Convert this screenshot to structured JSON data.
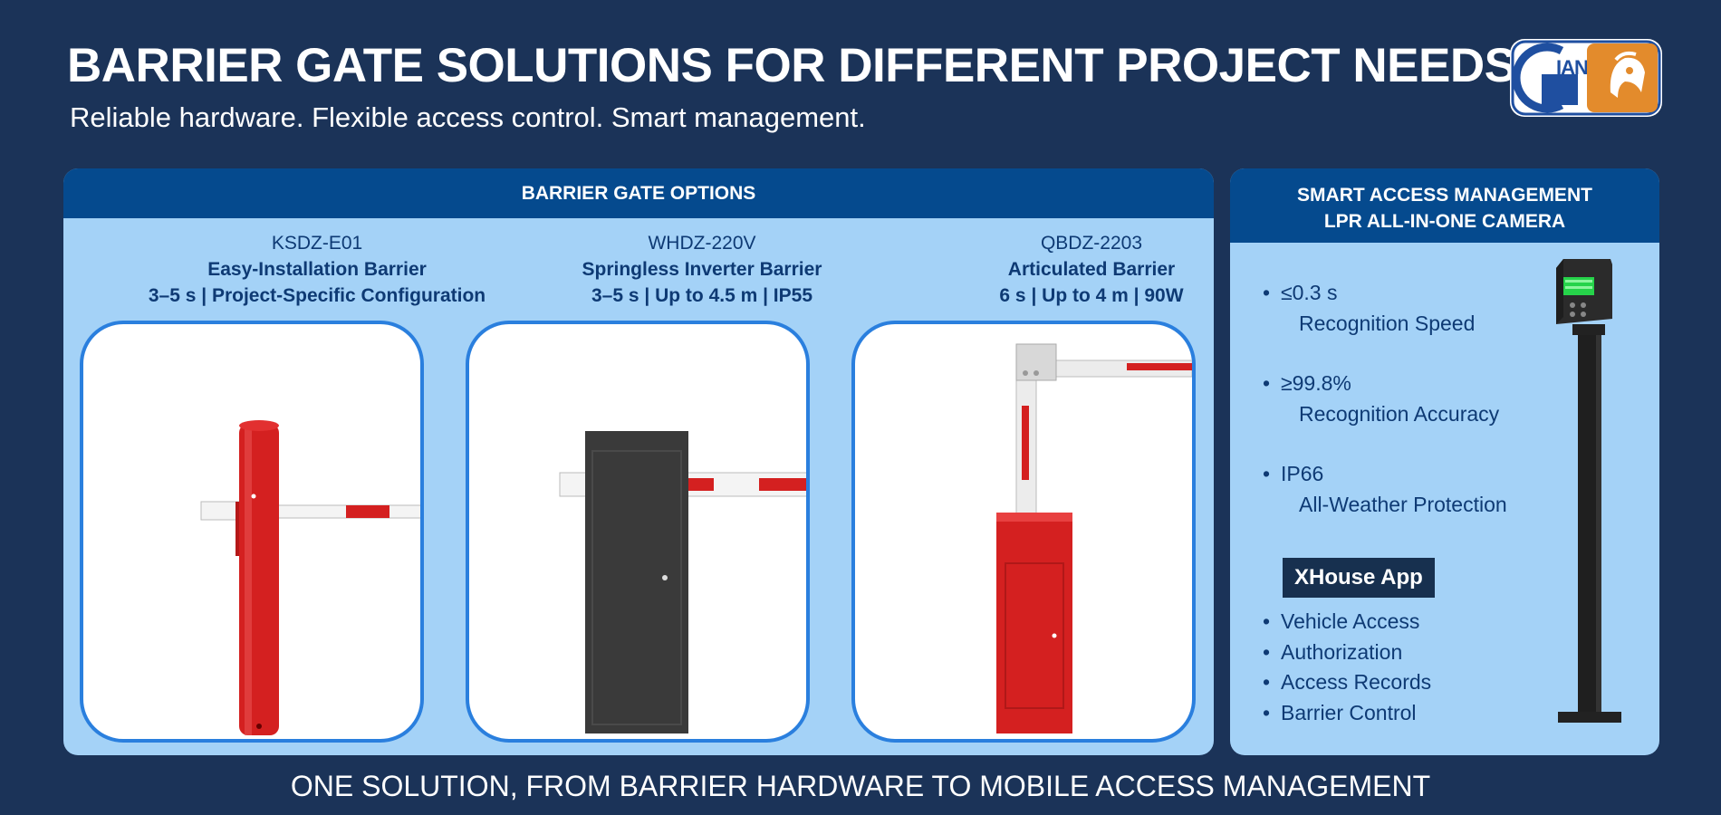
{
  "header": {
    "title": "BARRIER GATE SOLUTIONS FOR DIFFERENT PROJECT NEEDS",
    "subtitle": "Reliable hardware. Flexible access control. Smart management.",
    "logo_text": "GIANT"
  },
  "barrier_panel": {
    "heading": "BARRIER GATE OPTIONS",
    "products": [
      {
        "model": "KSDZ-E01",
        "name": "Easy-Installation Barrier",
        "spec": "3–5 s | Project-Specific Configuration"
      },
      {
        "model": "WHDZ-220V",
        "name": "Springless Inverter Barrier",
        "spec": "3–5 s | Up to 4.5 m | IP55"
      },
      {
        "model": "QBDZ-2203",
        "name": "Articulated Barrier",
        "spec": "6 s | Up to 4 m | 90W"
      }
    ]
  },
  "smart_panel": {
    "heading_line1": "SMART ACCESS MANAGEMENT",
    "heading_line2": "LPR ALL-IN-ONE CAMERA",
    "features": [
      {
        "value": "≤0.3 s",
        "label": "Recognition Speed"
      },
      {
        "value": "≥99.8%",
        "label": "Recognition Accuracy"
      },
      {
        "value": "IP66",
        "label": "All-Weather Protection"
      }
    ],
    "app_name": "XHouse App",
    "app_features": [
      "Vehicle Access",
      "Authorization",
      "Access Records",
      "Barrier Control"
    ]
  },
  "footer": {
    "tagline": "ONE SOLUTION, FROM BARRIER HARDWARE TO MOBILE ACCESS MANAGEMENT"
  },
  "colors": {
    "background": "#1b3358",
    "panel": "#a4d2f7",
    "panel_header": "#054a8e",
    "text_dark": "#0e3a74",
    "accent_border": "#2a7fde",
    "barrier_red": "#d42020",
    "cabinet_dark": "#3a3a3a",
    "logo_orange": "#e38b2c"
  },
  "icons": [
    "giant-logo-icon",
    "barrier-ksdz-image",
    "barrier-whdz-image",
    "barrier-qbdz-image",
    "lpr-camera-image"
  ]
}
